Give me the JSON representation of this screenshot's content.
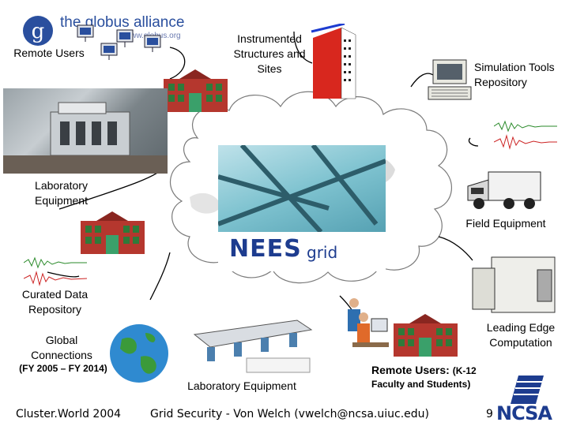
{
  "slide": {
    "logo_text": "the globus alliance",
    "logo_url_fragment": "www.globus.org",
    "center_logo": {
      "main": "NEES",
      "suffix": "grid"
    },
    "labels": {
      "remote_users_top": "Remote Users",
      "instrumented": "Instrumented Structures and Sites",
      "simulation": "Simulation Tools Repository",
      "lab_equipment_left": "Laboratory Equipment",
      "field_equipment": "Field Equipment",
      "curated": "Curated Data Repository",
      "leading_edge": "Leading Edge Computation",
      "global_connections": "Global Connections",
      "global_years": "(FY 2005 – FY 2014)",
      "lab_equipment_bottom": "Laboratory Equipment",
      "remote_users_bottom_a": "Remote Users:",
      "remote_users_bottom_b": "(K-12",
      "remote_users_bottom_c": "Faculty and Students)"
    },
    "footer": {
      "left": "Cluster.World 2004",
      "center": "Grid Security - Von Welch (vwelch@ncsa.uiuc.edu)",
      "page": "9",
      "logo": "NCSA"
    },
    "colors": {
      "cloud_fill": "#ffffff",
      "cloud_stroke": "#7a7a7a",
      "building_red": "#b5372e",
      "building_window": "#2f7a3a",
      "connector": "#000000",
      "ncsa_blue": "#1d3c8f",
      "globus_blue": "#2a4f9e"
    }
  }
}
